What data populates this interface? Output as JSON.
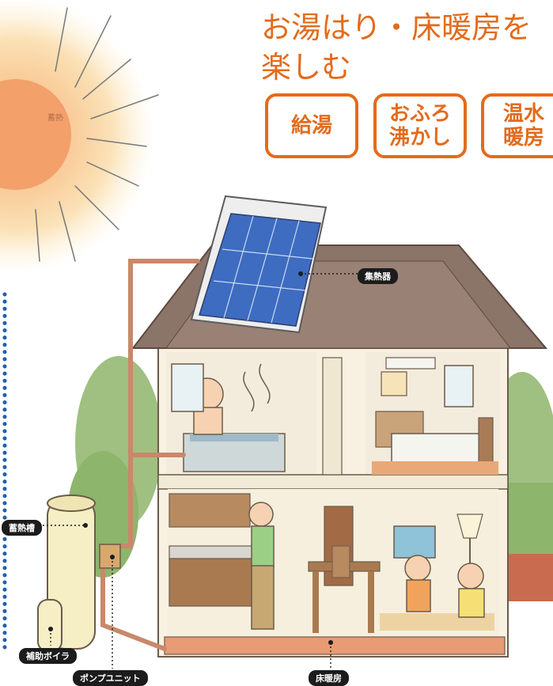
{
  "heading": {
    "line1": "お湯はり・床暖房を",
    "line2": "楽しむ"
  },
  "uses": [
    {
      "lines": [
        "給湯"
      ]
    },
    {
      "lines": [
        "おふろ",
        "沸かし"
      ]
    },
    {
      "lines": [
        "温水",
        "暖房"
      ]
    }
  ],
  "sun_label": "蓄熱",
  "labels": {
    "collector": "集熱器",
    "storage_tank": "蓄熱槽",
    "aux_boiler": "補助ボイラ",
    "pump_unit": "ポンプユニット",
    "floor_heating": "床暖房"
  },
  "colors": {
    "accent": "#e36b1c",
    "label_bg": "#1c1c1c",
    "dotted_line": "#1f5fae"
  }
}
